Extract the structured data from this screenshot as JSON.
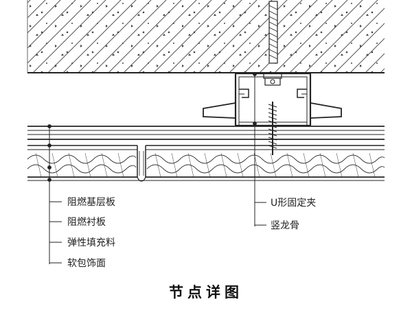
{
  "labels_left": [
    "阻燃基层板",
    "阻燃衬板",
    "弹性填充料",
    "软包饰面"
  ],
  "labels_right": [
    "U形固定夹",
    "竖龙骨"
  ],
  "title": "节点详图"
}
